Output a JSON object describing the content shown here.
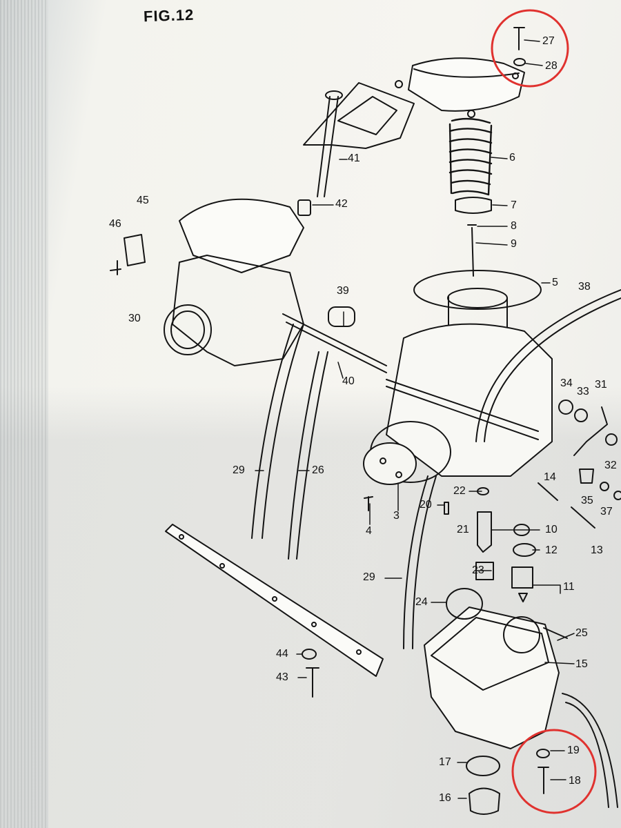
{
  "figure_title": "FIG.12",
  "part_numbers": [
    "27",
    "28",
    "6",
    "7",
    "8",
    "9",
    "5",
    "38",
    "41",
    "42",
    "45",
    "46",
    "30",
    "39",
    "40",
    "34",
    "33",
    "31",
    "32",
    "29",
    "26",
    "3",
    "4",
    "22",
    "20",
    "21",
    "10",
    "12",
    "14",
    "35",
    "37",
    "13",
    "23",
    "11",
    "24",
    "25",
    "15",
    "44",
    "43",
    "19",
    "18",
    "17",
    "16"
  ],
  "highlight_color": "#e0322f",
  "line_color": "#141414"
}
